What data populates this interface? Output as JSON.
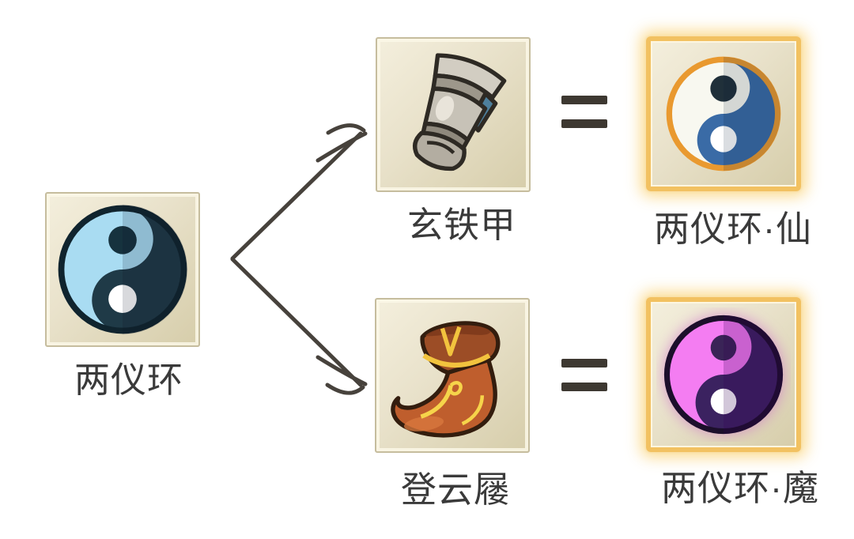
{
  "diagram": {
    "base_item": {
      "label": "两仪环",
      "icon": "yinyang-blue"
    },
    "branches": [
      {
        "material": {
          "label": "玄铁甲",
          "icon": "iron-gauntlet"
        },
        "operator": "=",
        "result": {
          "label": "两仪环·仙",
          "icon": "yinyang-celestial",
          "highlighted": true
        }
      },
      {
        "material": {
          "label": "登云屦",
          "icon": "cloud-boot"
        },
        "operator": "=",
        "result": {
          "label": "两仪环·魔",
          "icon": "yinyang-demonic",
          "highlighted": true
        }
      }
    ],
    "colors": {
      "arrow": "#47423c",
      "equals": "#3d3831",
      "tile_border": "#c6bd9e",
      "gold_border": "#f2c161",
      "label_text": "#3a3a3a",
      "base": {
        "light": "#a9dcf2",
        "dark": "#1f3a47",
        "outline": "#10242e",
        "dot_dark": "#16323e",
        "dot_light": "#ffffff"
      },
      "xian": {
        "light": "#f8f8f0",
        "dark": "#3a6ba6",
        "ring": "#e9992f",
        "dot_dark": "#20303a",
        "dot_light": "#ffffff"
      },
      "mo": {
        "light": "#f47df2",
        "dark": "#3b2260",
        "outline": "#1c0f2b",
        "glow": "#cc66cc",
        "dot_dark": "#3a2457",
        "dot_light": "#ffffff"
      }
    }
  }
}
